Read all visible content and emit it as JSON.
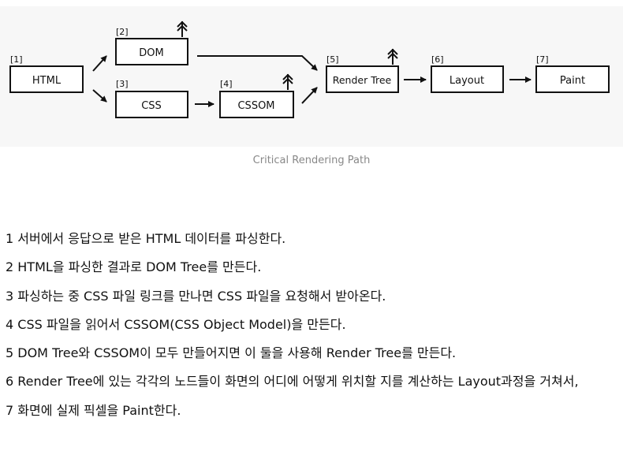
{
  "diagram": {
    "nodes": [
      {
        "id": "1",
        "index_label": "[1]",
        "label": "HTML"
      },
      {
        "id": "2",
        "index_label": "[2]",
        "label": "DOM"
      },
      {
        "id": "3",
        "index_label": "[3]",
        "label": "CSS"
      },
      {
        "id": "4",
        "index_label": "[4]",
        "label": "CSSOM"
      },
      {
        "id": "5",
        "index_label": "[5]",
        "label": "Render Tree"
      },
      {
        "id": "6",
        "index_label": "[6]",
        "label": "Layout"
      },
      {
        "id": "7",
        "index_label": "[7]",
        "label": "Paint"
      }
    ],
    "edges": [
      {
        "from": "1",
        "to": "2"
      },
      {
        "from": "1",
        "to": "3"
      },
      {
        "from": "3",
        "to": "4"
      },
      {
        "from": "2",
        "to": "5"
      },
      {
        "from": "4",
        "to": "5"
      },
      {
        "from": "5",
        "to": "6"
      },
      {
        "from": "6",
        "to": "7"
      }
    ],
    "tree_icons_on": [
      "2",
      "4",
      "5"
    ]
  },
  "caption": "Critical Rendering Path",
  "steps": [
    "1 서버에서 응답으로 받은 HTML 데이터를 파싱한다.",
    "2 HTML을 파싱한 결과로 DOM Tree를 만든다.",
    "3 파싱하는 중 CSS 파일 링크를 만나면 CSS 파일을 요청해서 받아온다.",
    "4 CSS 파일을 읽어서 CSSOM(CSS Object Model)을 만든다.",
    "5 DOM Tree와 CSSOM이 모두 만들어지면 이 둘을 사용해 Render Tree를 만든다.",
    "6 Render Tree에 있는 각각의 노드들이 화면의 어디에 어떻게 위치할 지를 계산하는 Layout과정을 거쳐서,",
    "7 화면에 실제 픽셀을 Paint한다."
  ],
  "colors": {
    "stroke": "#111111",
    "background": "#f7f7f7",
    "caption": "#888888"
  }
}
